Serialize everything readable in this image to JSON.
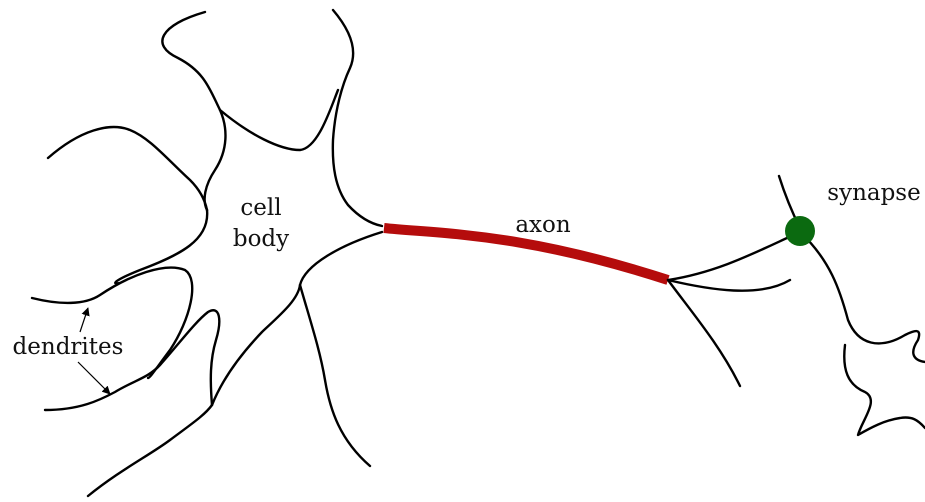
{
  "labels": {
    "cell_body_line1": "cell",
    "cell_body_line2": "body",
    "axon": "axon",
    "synapse": "synapse",
    "dendrites": "dendrites"
  },
  "colors": {
    "axon": "#b50c0c",
    "synapse": "#0b6a10",
    "outline": "#000000"
  }
}
